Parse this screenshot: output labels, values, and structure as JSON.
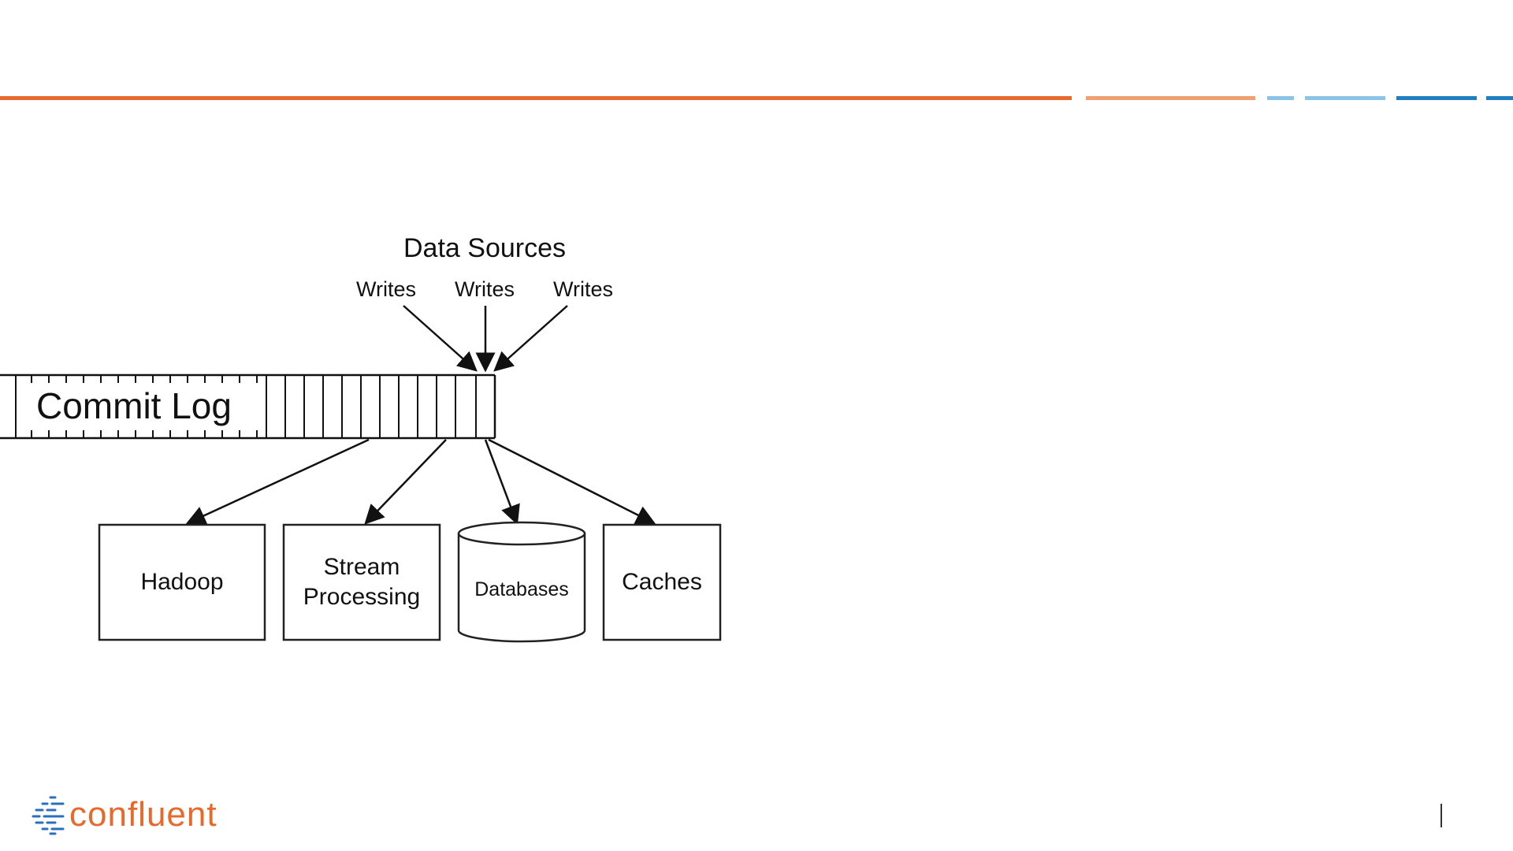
{
  "diagram": {
    "title": "Data Sources",
    "writes_labels": [
      "Writes",
      "Writes",
      "Writes"
    ],
    "log_label": "Commit Log",
    "consumers": {
      "hadoop": "Hadoop",
      "stream_line1": "Stream",
      "stream_line2": "Processing",
      "databases": "Databases",
      "caches": "Caches"
    }
  },
  "footer": {
    "logo_text": "confluent"
  },
  "colors": {
    "accent_orange": "#e8692c",
    "accent_light_orange": "#f0a070",
    "accent_light_blue": "#8cc4e8",
    "accent_blue": "#1f7fc0",
    "logo_blue": "#2a6fbf"
  }
}
